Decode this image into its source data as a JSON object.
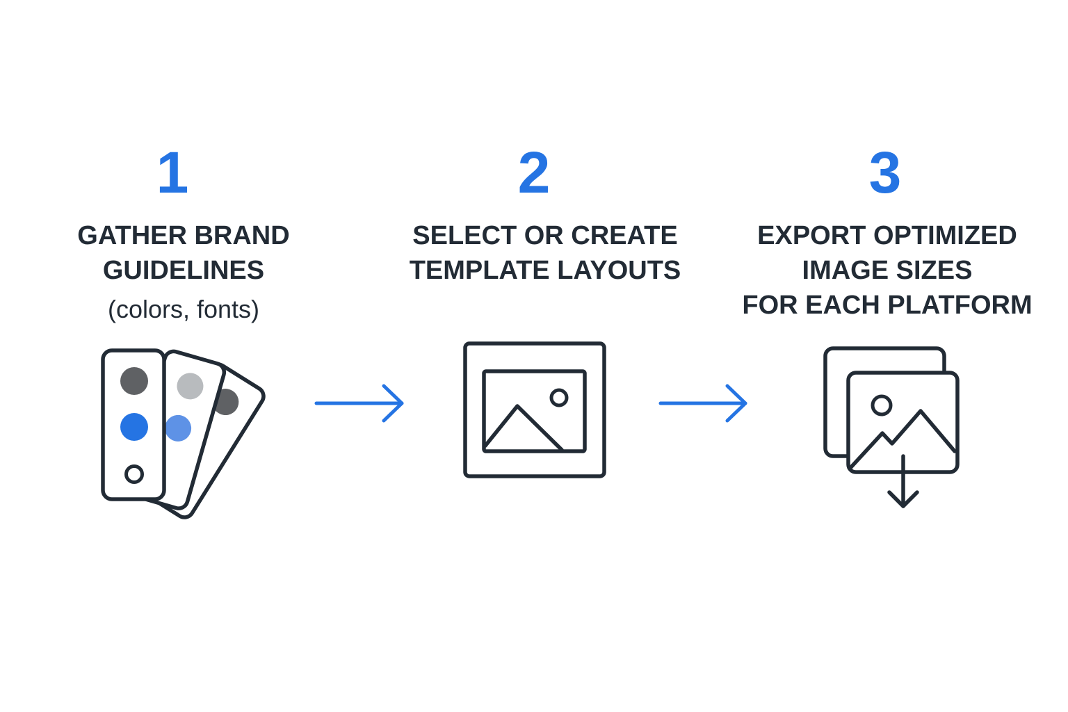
{
  "colors": {
    "accent": "#2574E3",
    "ink": "#222B35",
    "swatch_dark": "#5F6164",
    "swatch_light": "#B8BBBE",
    "swatch_blue_soft": "#5E92E6"
  },
  "steps": [
    {
      "number": "1",
      "title_lines": [
        "GATHER BRAND",
        "GUIDELINES"
      ],
      "subtitle": "(colors, fonts)",
      "icon": "color-swatch-icon"
    },
    {
      "number": "2",
      "title_lines": [
        "SELECT OR CREATE",
        "TEMPLATE LAYOUTS"
      ],
      "icon": "image-template-icon"
    },
    {
      "number": "3",
      "title_lines": [
        "EXPORT OPTIMIZED",
        "IMAGE SIZES",
        "FOR EACH PLATFORM"
      ],
      "icon": "export-images-icon"
    }
  ],
  "connectors": [
    "arrow-right-icon",
    "arrow-right-icon"
  ]
}
